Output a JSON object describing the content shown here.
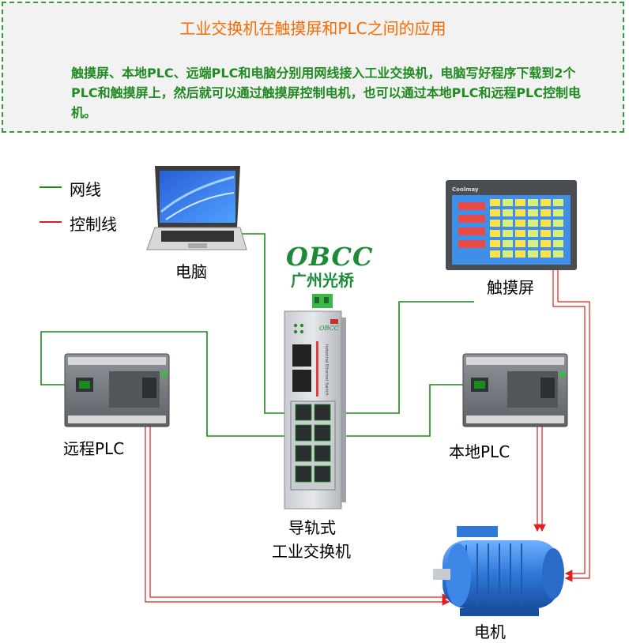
{
  "header": {
    "title": "工业交换机在触摸屏和PLC之间的应用",
    "description": "触摸屏、本地PLC、远端PLC和电脑分别用网线接入工业交换机，电脑写好程序下载到2个PLC和触摸屏上，然后就可以通过触摸屏控制电机，也可以通过本地PLC和远程PLC控制电机。"
  },
  "legend": {
    "network": {
      "label": "网线",
      "color": "#1a8a1a"
    },
    "control": {
      "label": "控制线",
      "color": "#e02020"
    }
  },
  "devices": {
    "computer": "电脑",
    "touchscreen": "触摸屏",
    "remote_plc": "远程PLC",
    "local_plc": "本地PLC",
    "switch_line1": "导轨式",
    "switch_line2": "工业交换机",
    "motor": "电机"
  },
  "brand": {
    "logo_en": "OBCC",
    "logo_cn": "广州光桥",
    "screen_brand": "Coolmay",
    "switch_brand": "OBCC",
    "switch_vertical_text": "Industrial Ethernet Switch"
  }
}
